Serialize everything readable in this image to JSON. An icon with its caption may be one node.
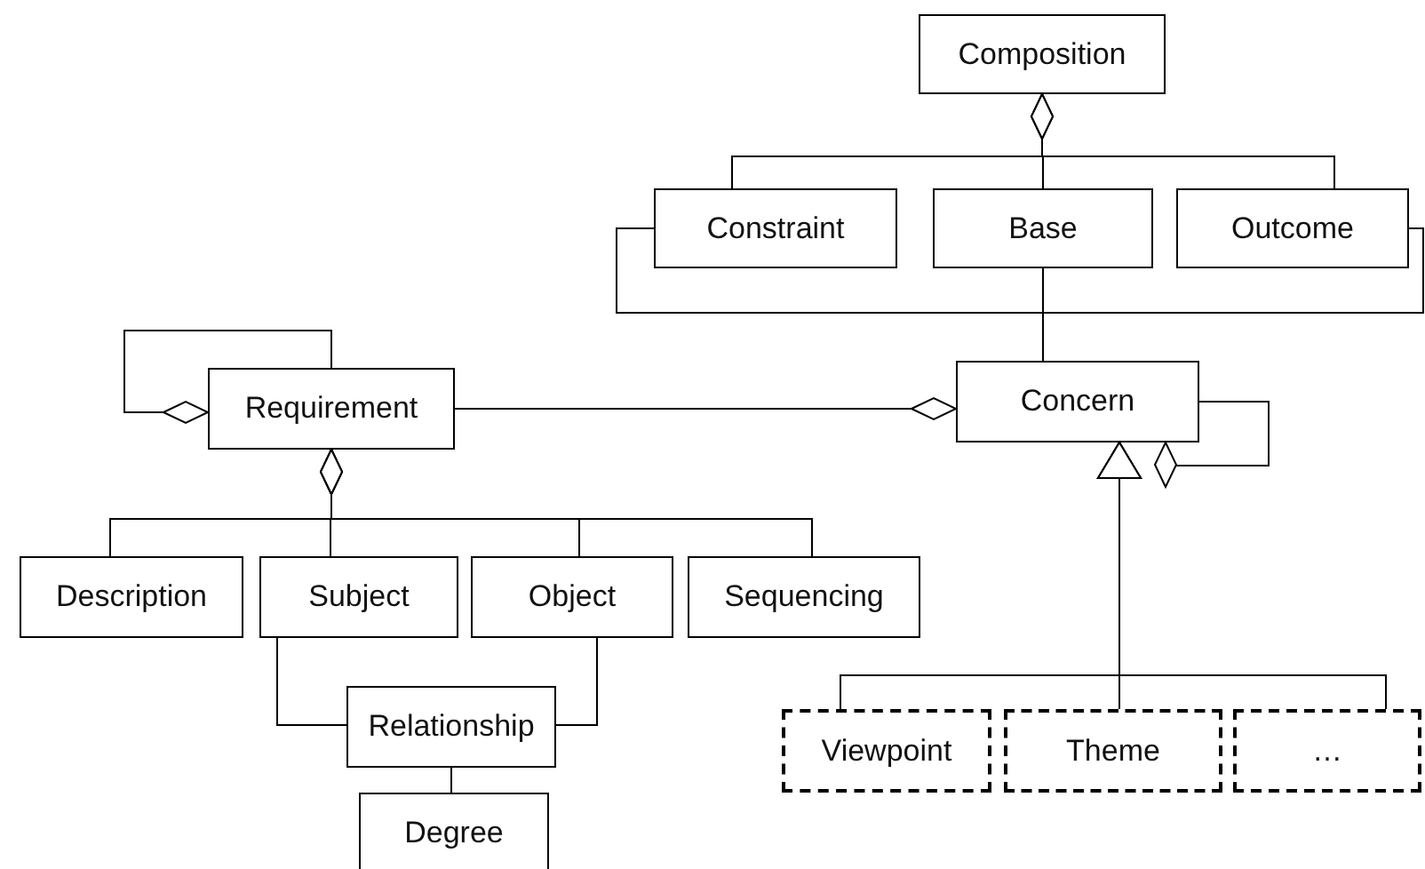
{
  "diagram": {
    "nodes": [
      {
        "text": [
          "Composition"
        ]
      },
      {
        "text": [
          "Constraint"
        ]
      },
      {
        "text": [
          "Base"
        ]
      },
      {
        "text": [
          "Outcome"
        ]
      },
      {
        "text": [
          "Requirement"
        ]
      },
      {
        "text": [
          "Concern"
        ]
      },
      {
        "text": [
          "Description"
        ]
      },
      {
        "text": [
          "Subject"
        ]
      },
      {
        "text": [
          "Object"
        ]
      },
      {
        "text": [
          "Sequencing"
        ]
      },
      {
        "text": [
          "Relationship"
        ]
      },
      {
        "text": [
          "Degree"
        ]
      },
      {
        "text": [
          "Viewpoint"
        ]
      },
      {
        "text": [
          "Theme"
        ]
      },
      {
        "text": [
          "…"
        ]
      }
    ],
    "edges": [
      {
        "from": 1,
        "to": 0,
        "arrow": "other"
      },
      {
        "from": 2,
        "to": 0,
        "arrow": "other"
      },
      {
        "from": 3,
        "to": 0,
        "arrow": "other"
      },
      {
        "from": 1,
        "to": 5,
        "arrow": "none"
      },
      {
        "from": 2,
        "to": 5,
        "arrow": "none"
      },
      {
        "from": 3,
        "to": 5,
        "arrow": "none"
      },
      {
        "from": 4,
        "to": 4,
        "arrow": "other"
      },
      {
        "from": 4,
        "to": 5,
        "arrow": "other"
      },
      {
        "from": 6,
        "to": 4,
        "arrow": "other"
      },
      {
        "from": 7,
        "to": 4,
        "arrow": "other"
      },
      {
        "from": 8,
        "to": 4,
        "arrow": "other"
      },
      {
        "from": 9,
        "to": 4,
        "arrow": "other"
      },
      {
        "from": 7,
        "to": 10,
        "arrow": "none"
      },
      {
        "from": 8,
        "to": 10,
        "arrow": "none"
      },
      {
        "from": 10,
        "to": 11,
        "arrow": "none"
      },
      {
        "from": 5,
        "to": 5,
        "arrow": "other"
      },
      {
        "from": 12,
        "to": 5,
        "arrow": "to"
      },
      {
        "from": 13,
        "to": 5,
        "arrow": "to"
      },
      {
        "from": 14,
        "to": 5,
        "arrow": "to"
      }
    ]
  }
}
